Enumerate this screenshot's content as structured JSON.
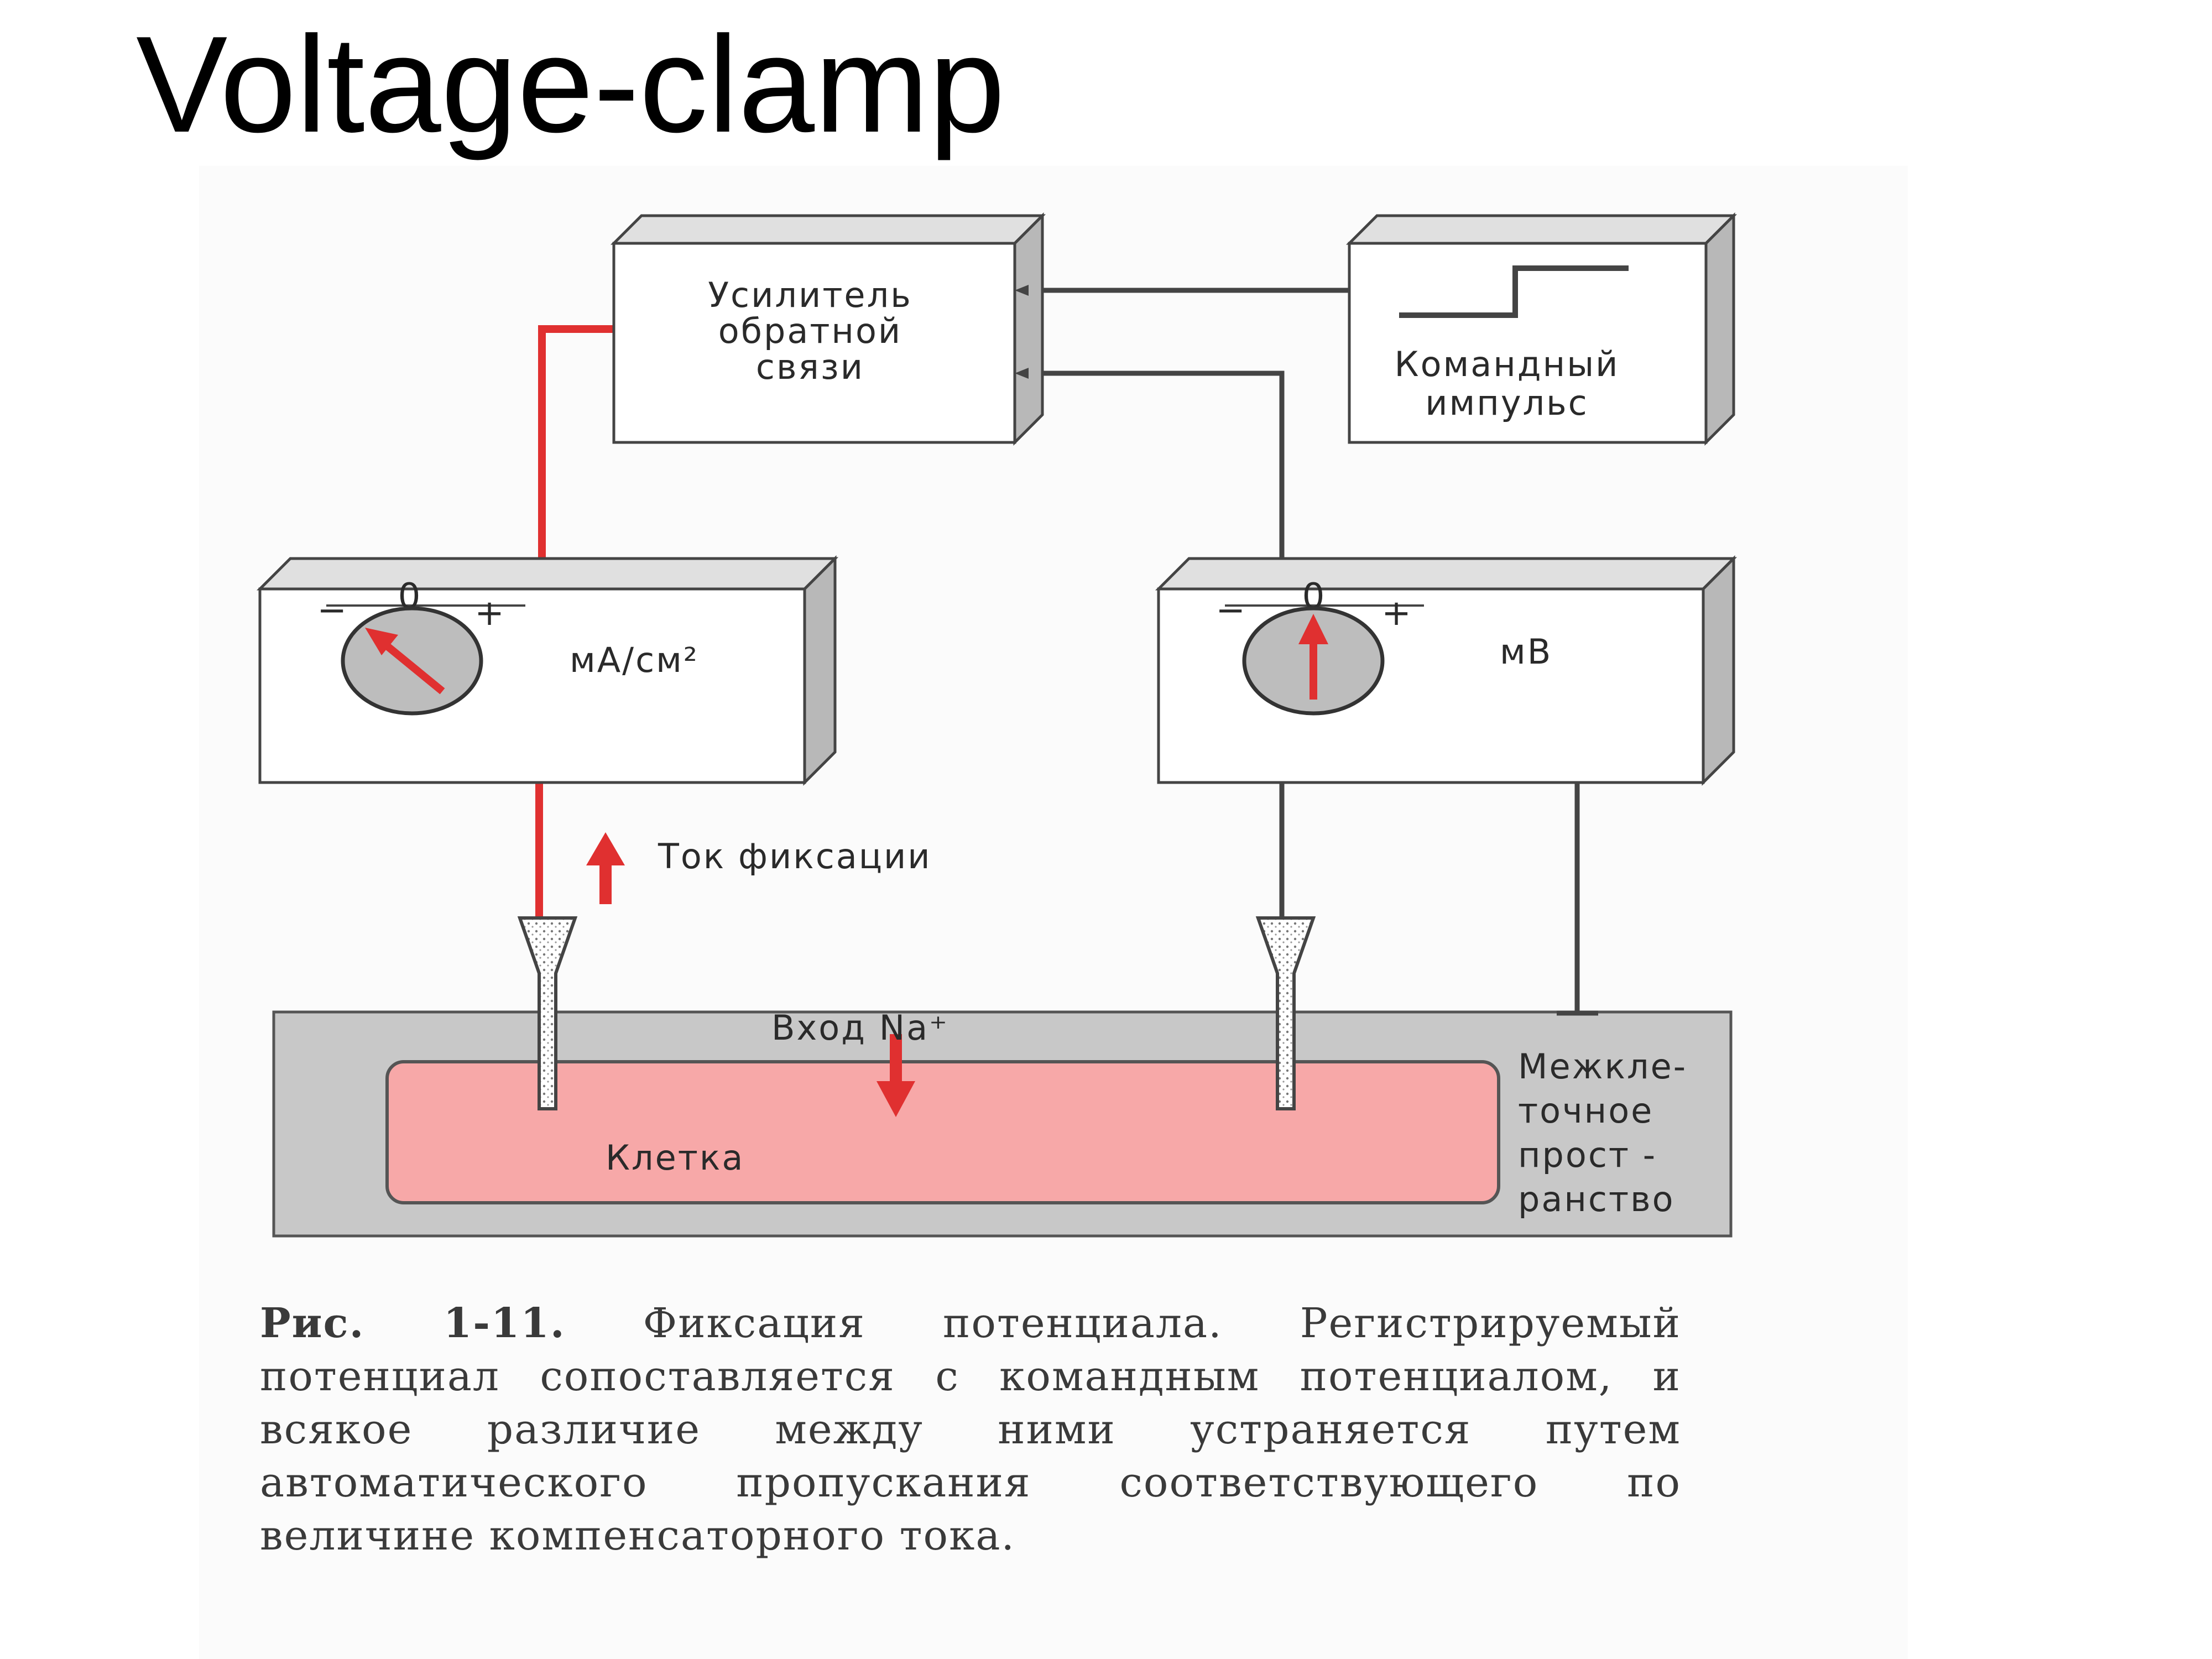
{
  "title": "Voltage-clamp",
  "diagram": {
    "feedback_amplifier": [
      "Усилитель",
      "обратной",
      "связи"
    ],
    "command_pulse": [
      "Командный",
      "импульс"
    ],
    "current_meter": {
      "unit": "мА/см²",
      "zero": "0",
      "minus": "−",
      "plus": "+"
    },
    "voltmeter": {
      "unit": "мВ",
      "zero": "0",
      "minus": "−",
      "plus": "+"
    },
    "clamp_current": "Ток фиксации",
    "na_entry": "Вход Na⁺",
    "cell": "Клетка",
    "extracellular_space": [
      "Межкле-",
      "точное",
      "прост -",
      "ранство"
    ]
  },
  "caption": {
    "figure_number": "Рис. 1-11.",
    "text": "Фиксация потенциала. Регистрируемый потенциал сопоставляется с командным потенциалом, и всякое различие между ними устраняется путем автоматического пропускания соответствующего по величине компенсаторного тока."
  },
  "colors": {
    "red_wire": "#e03030",
    "cell_fill": "#f7a8a8",
    "space_fill": "#c8c8c8",
    "box_side": "#b8b8b8"
  }
}
